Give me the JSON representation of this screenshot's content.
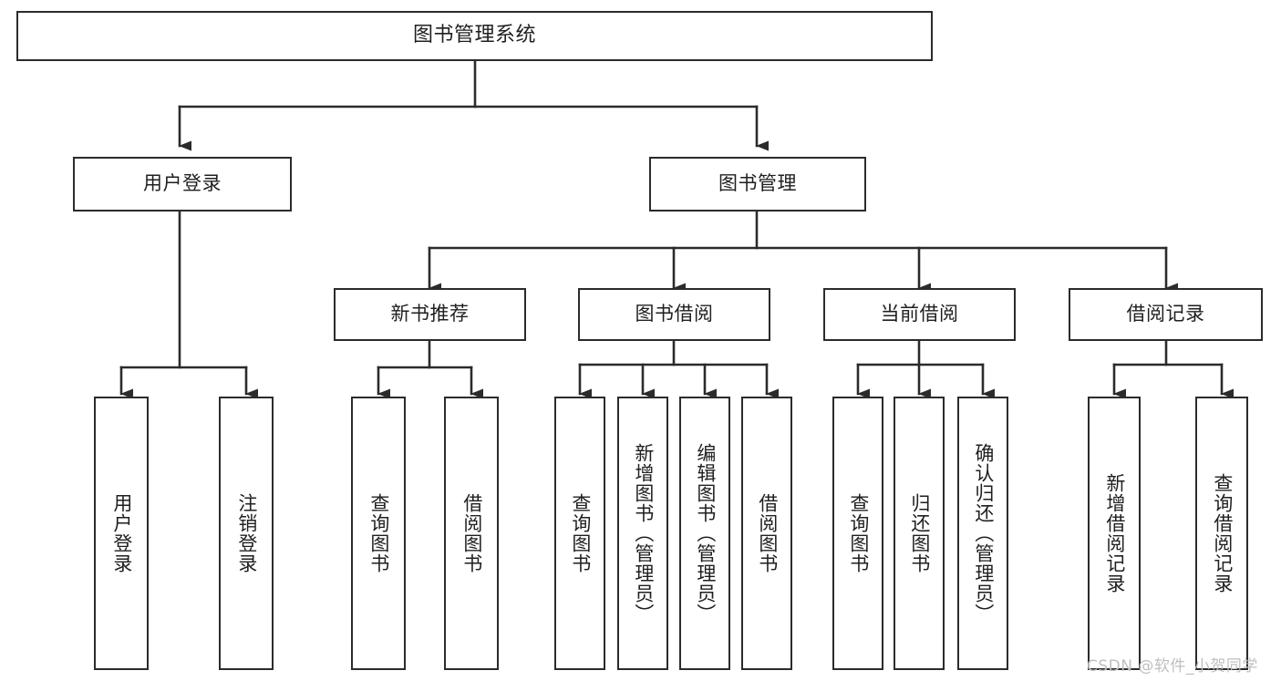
{
  "diagram": {
    "title": "图书管理系统",
    "watermark": "CSDN @软件_小贺同学",
    "colors": {
      "stroke": "#2b2b2b",
      "box_fill": "#ffffff",
      "text": "#1f1f1f",
      "watermark": "#bfbfbf",
      "background": "#ffffff"
    }
  },
  "nodes": {
    "root": {
      "label": "图书管理系统"
    },
    "level1": [
      {
        "label": "用户登录"
      },
      {
        "label": "图书管理"
      }
    ],
    "level2": [
      {
        "label": "新书推荐"
      },
      {
        "label": "图书借阅"
      },
      {
        "label": "当前借阅"
      },
      {
        "label": "借阅记录"
      }
    ],
    "leaves": {
      "user_login": [
        {
          "label": "用户登录"
        },
        {
          "label": "注销登录"
        }
      ],
      "new_book_recommend": [
        {
          "label": "查询图书"
        },
        {
          "label": "借阅图书"
        }
      ],
      "book_borrow": [
        {
          "label": "查询图书"
        },
        {
          "label": "新增图书（管理员）"
        },
        {
          "label": "编辑图书（管理员）"
        },
        {
          "label": "借阅图书"
        }
      ],
      "current_borrow": [
        {
          "label": "查询图书"
        },
        {
          "label": "归还图书"
        },
        {
          "label": "确认归还（管理员）"
        }
      ],
      "borrow_record": [
        {
          "label": "新增借阅记录"
        },
        {
          "label": "查询借阅记录"
        }
      ]
    }
  },
  "chart_data": {
    "type": "tree-diagram",
    "title": "图书管理系统",
    "orientation": "top-down",
    "tree": {
      "name": "图书管理系统",
      "children": [
        {
          "name": "用户登录",
          "children": [
            {
              "name": "用户登录"
            },
            {
              "name": "注销登录"
            }
          ]
        },
        {
          "name": "图书管理",
          "children": [
            {
              "name": "新书推荐",
              "children": [
                {
                  "name": "查询图书"
                },
                {
                  "name": "借阅图书"
                }
              ]
            },
            {
              "name": "图书借阅",
              "children": [
                {
                  "name": "查询图书"
                },
                {
                  "name": "新增图书（管理员）"
                },
                {
                  "name": "编辑图书（管理员）"
                },
                {
                  "name": "借阅图书"
                }
              ]
            },
            {
              "name": "当前借阅",
              "children": [
                {
                  "name": "查询图书"
                },
                {
                  "name": "归还图书"
                },
                {
                  "name": "确认归还（管理员）"
                }
              ]
            },
            {
              "name": "借阅记录",
              "children": [
                {
                  "name": "新增借阅记录"
                },
                {
                  "name": "查询借阅记录"
                }
              ]
            }
          ]
        }
      ]
    }
  }
}
